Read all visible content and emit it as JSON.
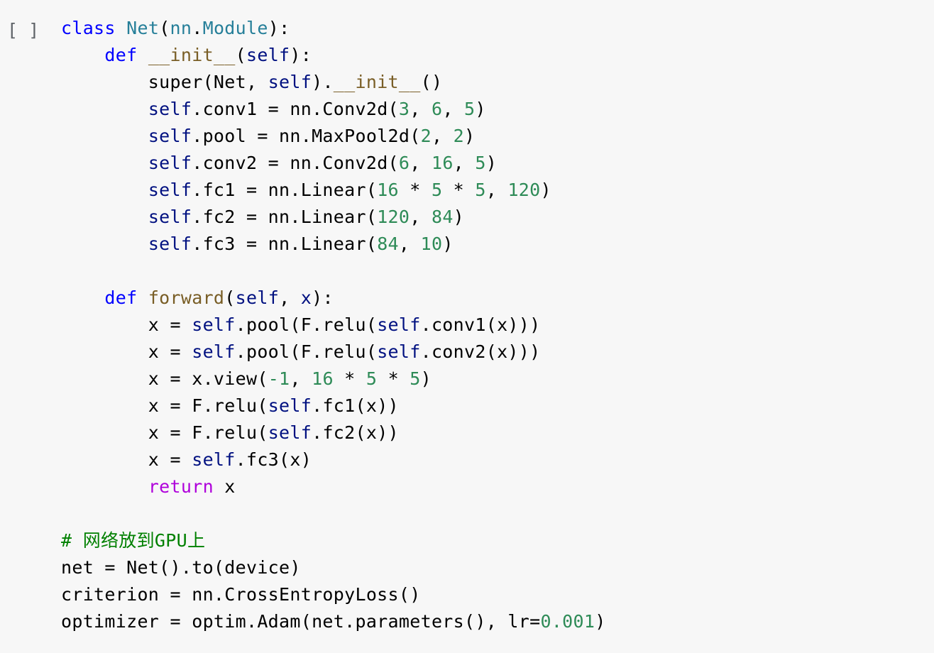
{
  "cell": {
    "run_indicator": "[ ]"
  },
  "code_lines": [
    [
      [
        "kw",
        "class"
      ],
      [
        "pl",
        " "
      ],
      [
        "cls",
        "Net"
      ],
      [
        "pl",
        "("
      ],
      [
        "mod",
        "nn"
      ],
      [
        "pl",
        "."
      ],
      [
        "mod",
        "Module"
      ],
      [
        "pl",
        "):"
      ]
    ],
    [
      [
        "pl",
        "    "
      ],
      [
        "kw",
        "def"
      ],
      [
        "pl",
        " "
      ],
      [
        "fn",
        "__init__"
      ],
      [
        "pl",
        "("
      ],
      [
        "self",
        "self"
      ],
      [
        "pl",
        "):"
      ]
    ],
    [
      [
        "pl",
        "        super(Net, "
      ],
      [
        "self",
        "self"
      ],
      [
        "pl",
        ")."
      ],
      [
        "fn",
        "__init__"
      ],
      [
        "pl",
        "()"
      ]
    ],
    [
      [
        "pl",
        "        "
      ],
      [
        "self",
        "self"
      ],
      [
        "pl",
        ".conv1 = nn.Conv2d("
      ],
      [
        "num",
        "3"
      ],
      [
        "pl",
        ", "
      ],
      [
        "num",
        "6"
      ],
      [
        "pl",
        ", "
      ],
      [
        "num",
        "5"
      ],
      [
        "pl",
        ")"
      ]
    ],
    [
      [
        "pl",
        "        "
      ],
      [
        "self",
        "self"
      ],
      [
        "pl",
        ".pool = nn.MaxPool2d("
      ],
      [
        "num",
        "2"
      ],
      [
        "pl",
        ", "
      ],
      [
        "num",
        "2"
      ],
      [
        "pl",
        ")"
      ]
    ],
    [
      [
        "pl",
        "        "
      ],
      [
        "self",
        "self"
      ],
      [
        "pl",
        ".conv2 = nn.Conv2d("
      ],
      [
        "num",
        "6"
      ],
      [
        "pl",
        ", "
      ],
      [
        "num",
        "16"
      ],
      [
        "pl",
        ", "
      ],
      [
        "num",
        "5"
      ],
      [
        "pl",
        ")"
      ]
    ],
    [
      [
        "pl",
        "        "
      ],
      [
        "self",
        "self"
      ],
      [
        "pl",
        ".fc1 = nn.Linear("
      ],
      [
        "num",
        "16"
      ],
      [
        "pl",
        " * "
      ],
      [
        "num",
        "5"
      ],
      [
        "pl",
        " * "
      ],
      [
        "num",
        "5"
      ],
      [
        "pl",
        ", "
      ],
      [
        "num",
        "120"
      ],
      [
        "pl",
        ")"
      ]
    ],
    [
      [
        "pl",
        "        "
      ],
      [
        "self",
        "self"
      ],
      [
        "pl",
        ".fc2 = nn.Linear("
      ],
      [
        "num",
        "120"
      ],
      [
        "pl",
        ", "
      ],
      [
        "num",
        "84"
      ],
      [
        "pl",
        ")"
      ]
    ],
    [
      [
        "pl",
        "        "
      ],
      [
        "self",
        "self"
      ],
      [
        "pl",
        ".fc3 = nn.Linear("
      ],
      [
        "num",
        "84"
      ],
      [
        "pl",
        ", "
      ],
      [
        "num",
        "10"
      ],
      [
        "pl",
        ")"
      ]
    ],
    [],
    [
      [
        "pl",
        "    "
      ],
      [
        "kw",
        "def"
      ],
      [
        "pl",
        " "
      ],
      [
        "fn",
        "forward"
      ],
      [
        "pl",
        "("
      ],
      [
        "self",
        "self"
      ],
      [
        "pl",
        ", "
      ],
      [
        "self",
        "x"
      ],
      [
        "pl",
        "):"
      ]
    ],
    [
      [
        "pl",
        "        x = "
      ],
      [
        "self",
        "self"
      ],
      [
        "pl",
        ".pool(F.relu("
      ],
      [
        "self",
        "self"
      ],
      [
        "pl",
        ".conv1(x)))"
      ]
    ],
    [
      [
        "pl",
        "        x = "
      ],
      [
        "self",
        "self"
      ],
      [
        "pl",
        ".pool(F.relu("
      ],
      [
        "self",
        "self"
      ],
      [
        "pl",
        ".conv2(x)))"
      ]
    ],
    [
      [
        "pl",
        "        x = x.view("
      ],
      [
        "num",
        "-1"
      ],
      [
        "pl",
        ", "
      ],
      [
        "num",
        "16"
      ],
      [
        "pl",
        " * "
      ],
      [
        "num",
        "5"
      ],
      [
        "pl",
        " * "
      ],
      [
        "num",
        "5"
      ],
      [
        "pl",
        ")"
      ]
    ],
    [
      [
        "pl",
        "        x = F.relu("
      ],
      [
        "self",
        "self"
      ],
      [
        "pl",
        ".fc1(x))"
      ]
    ],
    [
      [
        "pl",
        "        x = F.relu("
      ],
      [
        "self",
        "self"
      ],
      [
        "pl",
        ".fc2(x))"
      ]
    ],
    [
      [
        "pl",
        "        x = "
      ],
      [
        "self",
        "self"
      ],
      [
        "pl",
        ".fc3(x)"
      ]
    ],
    [
      [
        "pl",
        "        "
      ],
      [
        "ret",
        "return"
      ],
      [
        "pl",
        " x"
      ]
    ],
    [],
    [
      [
        "com",
        "# 网络放到GPU上"
      ]
    ],
    [
      [
        "pl",
        "net = Net().to(device)"
      ]
    ],
    [
      [
        "pl",
        "criterion = nn.CrossEntropyLoss()"
      ]
    ],
    [
      [
        "pl",
        "optimizer = optim.Adam(net.parameters(), lr="
      ],
      [
        "num",
        "0.001"
      ],
      [
        "pl",
        ")"
      ]
    ]
  ],
  "colors": {
    "keyword": "#0000ff",
    "return_keyword": "#af00db",
    "class_name": "#267f99",
    "function_name": "#795e26",
    "self": "#001080",
    "number": "#2e8b57",
    "comment": "#008000",
    "background": "#f7f7f7"
  }
}
